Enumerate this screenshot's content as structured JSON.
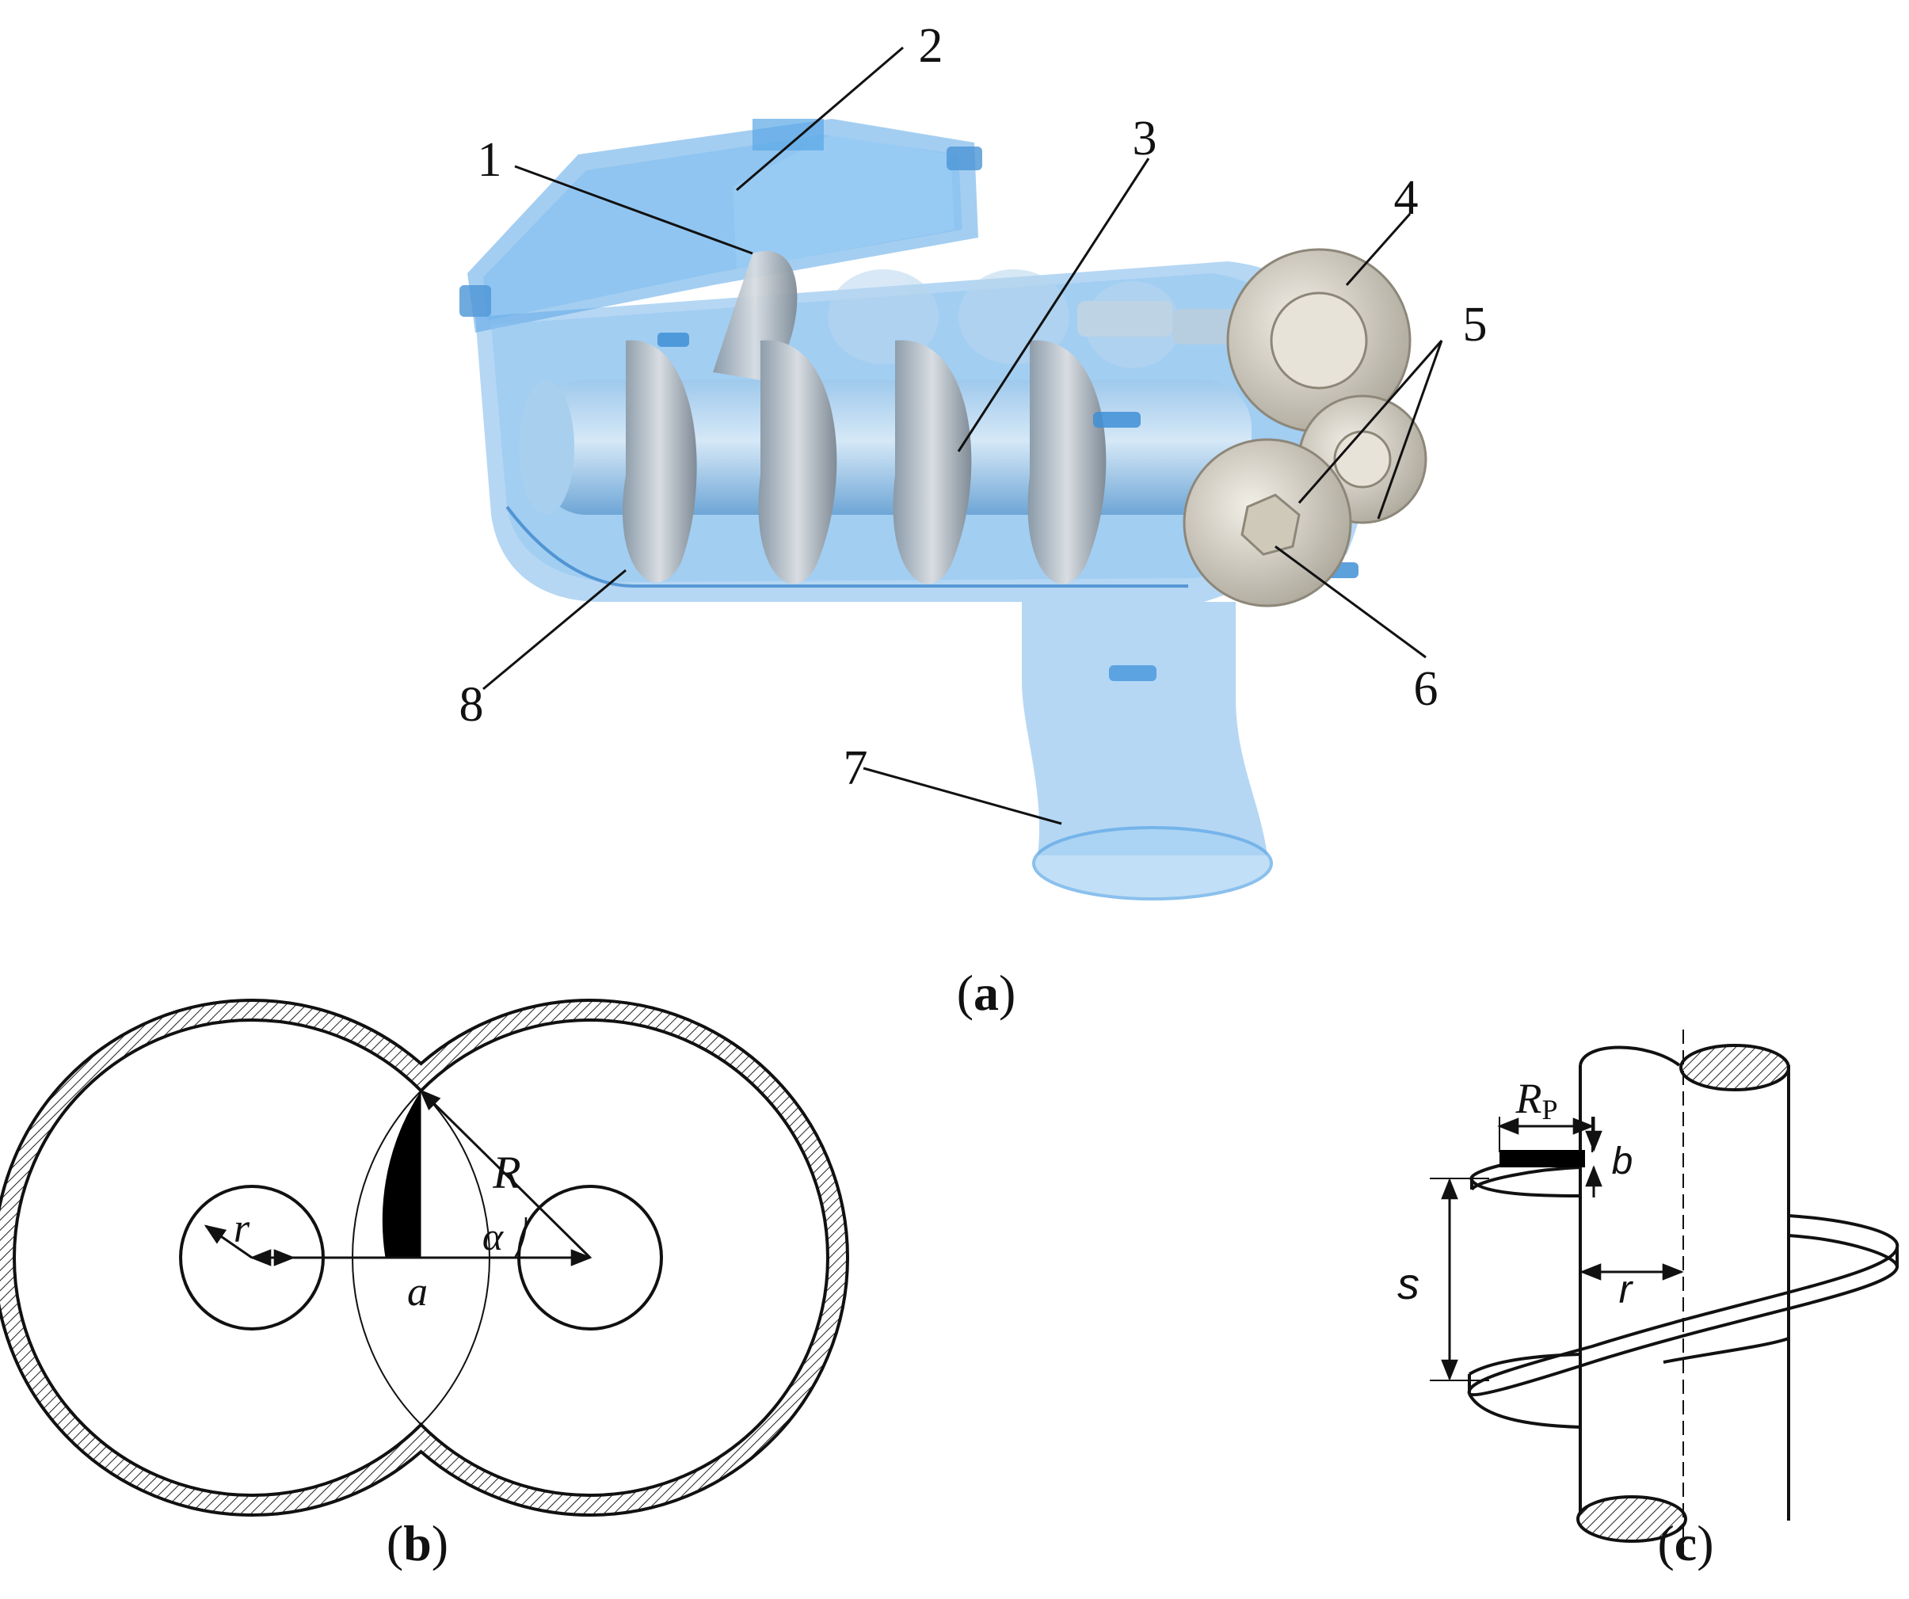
{
  "panel_a": {
    "caption_letter": "a",
    "callouts": [
      "1",
      "2",
      "3",
      "4",
      "5",
      "6",
      "7",
      "8"
    ]
  },
  "panel_b": {
    "caption_letter": "b",
    "labels": {
      "R": "R",
      "r": "r",
      "alpha": "α",
      "a": "a"
    }
  },
  "panel_c": {
    "caption_letter": "c",
    "labels": {
      "Rp_main": "R",
      "Rp_sub": "P",
      "b": "b",
      "s": "s",
      "r": "r"
    }
  },
  "colors": {
    "housing": "#5aa6e6",
    "housing_dark": "#2f7ec8",
    "metal": "#c9ced3",
    "gear": "#d9d4c8",
    "ink": "#111111"
  }
}
